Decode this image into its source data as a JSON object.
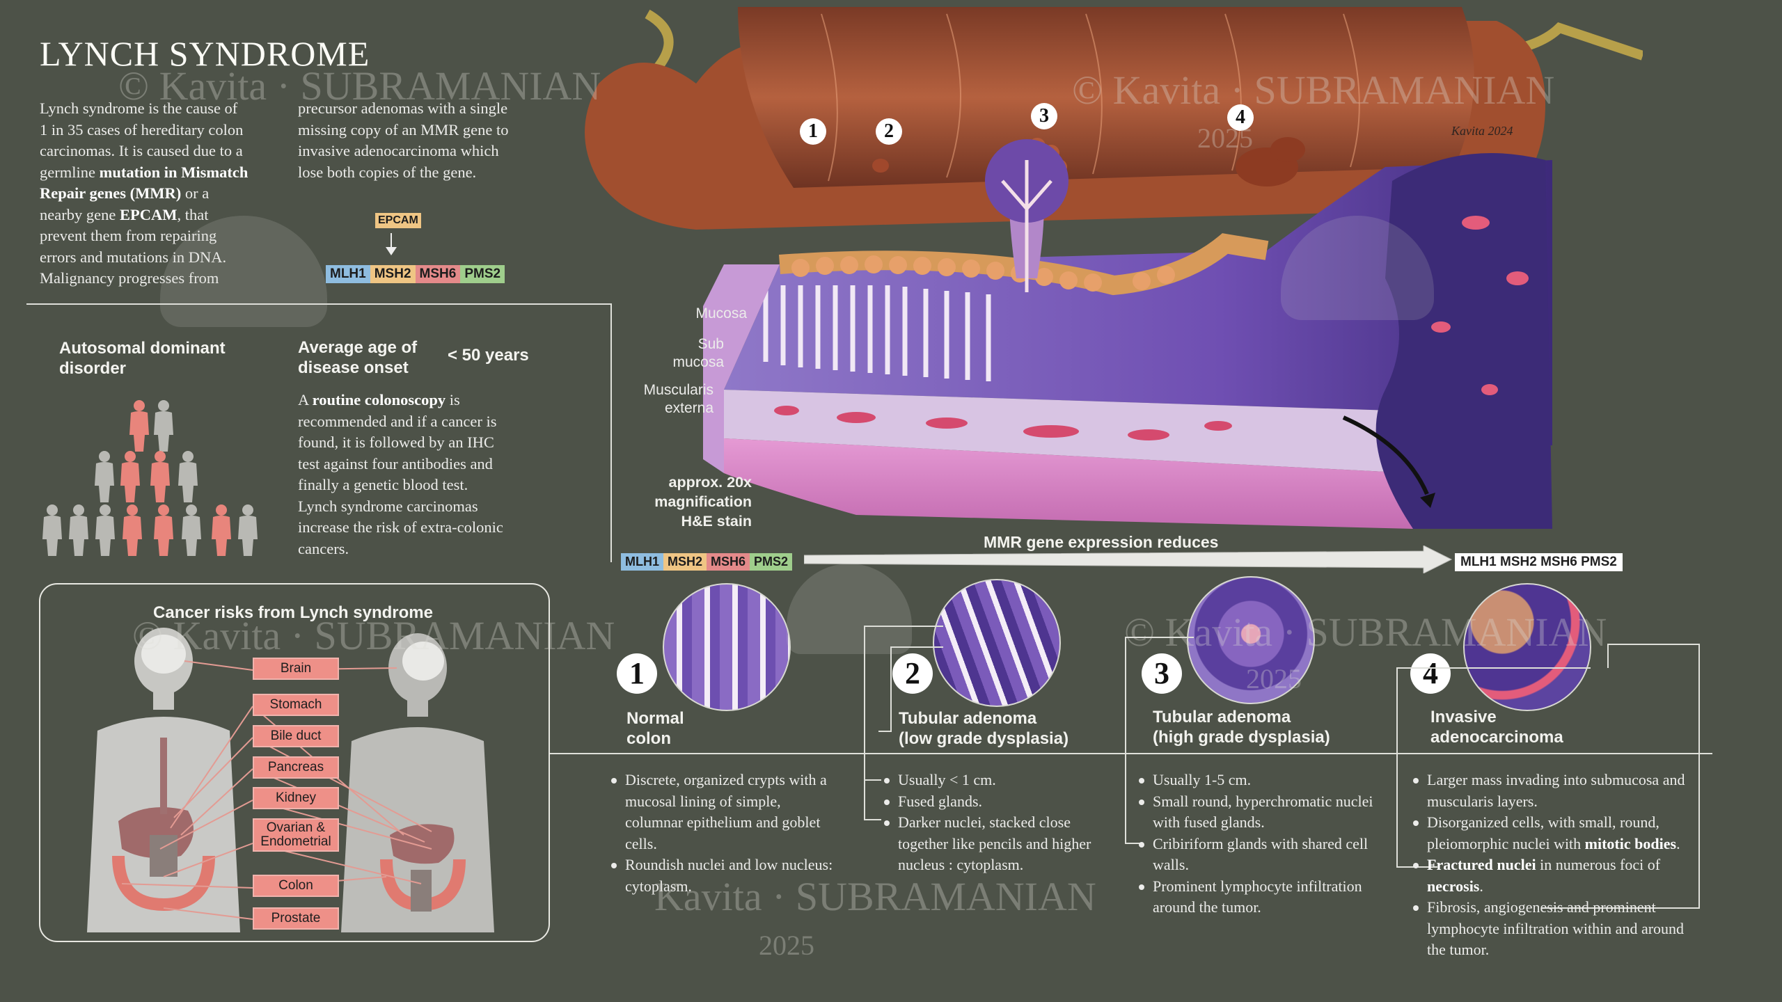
{
  "title": "LYNCH SYNDROME",
  "intro": {
    "col1": [
      {
        "t": "Lynch syndrome is the cause of"
      },
      {
        "t": "1 in 35 cases of hereditary colon"
      },
      {
        "t": "carcinomas. It is caused due to a"
      },
      {
        "t": "germline "
      },
      {
        "t": "mutation in Mismatch"
      },
      {
        "t": "Repair genes (MMR)"
      },
      {
        "t": " or a"
      },
      {
        "t": "nearby gene "
      },
      {
        "t": "EPCAM"
      },
      {
        "t": ", that"
      },
      {
        "t": "prevent them from repairing"
      },
      {
        "t": "errors and mutations in DNA."
      },
      {
        "t": "Malignancy progresses from"
      }
    ],
    "col2": [
      "precursor adenomas with a single",
      "missing copy of an MMR gene to",
      "invasive adenocarcinoma which",
      "lose both copies of the gene."
    ],
    "epcam": "EPCAM",
    "genes": [
      "MLH1",
      "MSH2",
      "MSH6",
      "PMS2"
    ]
  },
  "facts": {
    "inheritance": "Autosomal dominant disorder",
    "age_label": "Average age of disease onset",
    "age_value": "< 50 years",
    "screening": [
      {
        "t": "A "
      },
      {
        "t": "routine colonoscopy"
      },
      {
        "t": " is"
      },
      {
        "t": "recommended and if a cancer is"
      },
      {
        "t": "found, it is followed by an IHC"
      },
      {
        "t": "test against four antibodies and"
      },
      {
        "t": "finally a genetic blood test."
      },
      {
        "t": "Lynch syndrome carcinomas"
      },
      {
        "t": "increase the risk of extra-colonic"
      },
      {
        "t": "cancers."
      }
    ]
  },
  "risks": {
    "title": "Cancer risks from Lynch syndrome",
    "organs": [
      "Brain",
      "Stomach",
      "Bile duct",
      "Pancreas",
      "Kidney",
      "Ovarian & Endometrial",
      "Colon",
      "Prostate"
    ]
  },
  "illustration": {
    "markers": [
      "1",
      "2",
      "3",
      "4"
    ],
    "layers": [
      "Mucosa",
      "Sub mucosa",
      "Muscularis externa"
    ],
    "magnification": [
      "approx. 20x",
      "magnification",
      "H&E stain"
    ],
    "signature": "Kavita 2024"
  },
  "progression": {
    "label": "MMR gene expression reduces",
    "genes_start": [
      "MLH1",
      "MSH2",
      "MSH6",
      "PMS2"
    ],
    "genes_end": "MLH1 MSH2 MSH6  PMS2"
  },
  "stages": [
    {
      "num": "1",
      "title": [
        "Normal",
        "colon"
      ],
      "bullets": [
        "Discrete, organized crypts with a mucosal lining of simple, columnar epithelium and goblet cells.",
        "Roundish nuclei and low nucleus: cytoplasm."
      ]
    },
    {
      "num": "2",
      "title": [
        "Tubular adenoma",
        "(low grade dysplasia)"
      ],
      "bullets": [
        "Usually < 1 cm.",
        "Fused glands.",
        "Darker nuclei, stacked close together like pencils and higher nucleus : cytoplasm."
      ]
    },
    {
      "num": "3",
      "title": [
        "Tubular adenoma",
        "(high grade dysplasia)"
      ],
      "bullets": [
        "Usually 1-5 cm.",
        "Small round, hyperchromatic nuclei with fused glands.",
        "Cribiriform glands with shared cell walls.",
        "Prominent lymphocyte infiltration around the tumor."
      ]
    },
    {
      "num": "4",
      "title": [
        "Invasive",
        "adenocarcinoma"
      ],
      "bullets_rich": [
        [
          {
            "t": "Larger mass invading into submucosa and muscularis layers."
          }
        ],
        [
          {
            "t": "Disorganized cells, with small, round, pleiomorphic nuclei with "
          },
          {
            "t": "mitotic bodies"
          },
          {
            "t": "."
          }
        ],
        [
          {
            "t": "Fractured nuclei"
          },
          {
            "t": " in numerous foci of "
          },
          {
            "t": "necrosis"
          },
          {
            "t": "."
          }
        ],
        [
          {
            "t": "Fibrosis, angiogenesis and prominent lymphocyte infiltration within and around the tumor."
          }
        ]
      ]
    }
  ],
  "watermark": {
    "name": "Kavita · SUBRAMANIAN",
    "year": "2025",
    "symbol": "©"
  },
  "colors": {
    "background": "#4d5248",
    "organ_box": "#ee9088",
    "mlh1": "#8fbde0",
    "msh2": "#efc584",
    "msh6": "#e48a8a",
    "pms2": "#9fce8c"
  }
}
